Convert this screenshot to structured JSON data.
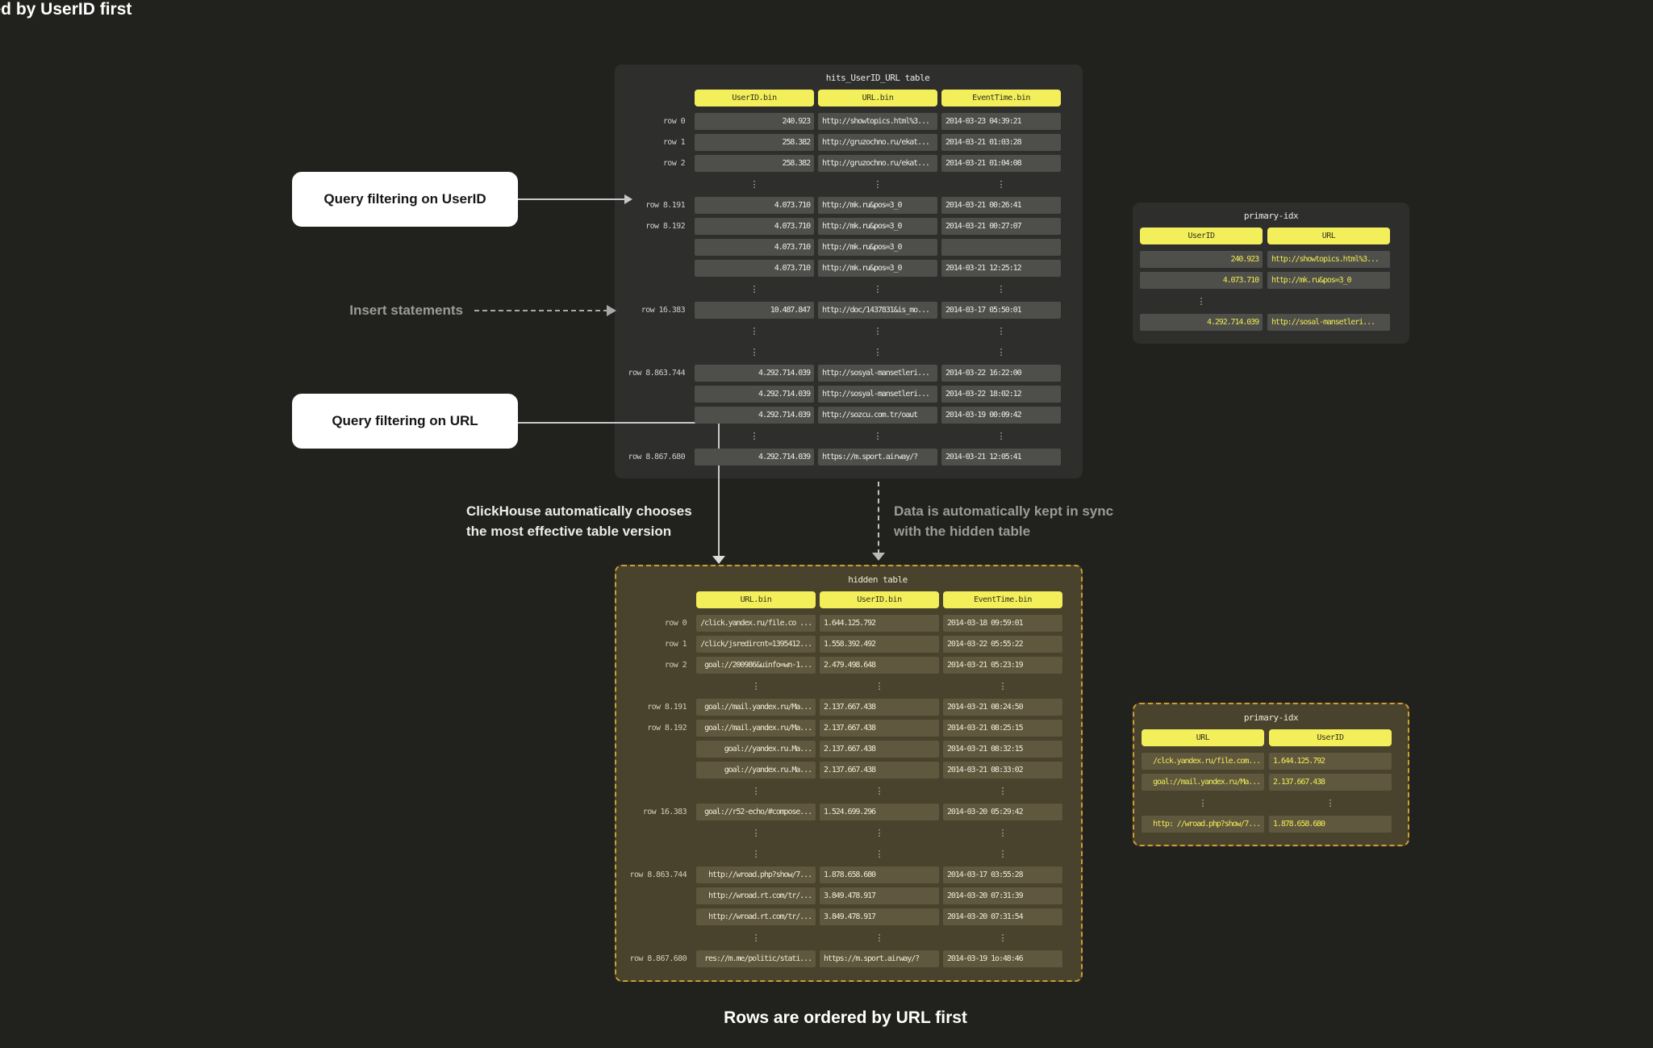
{
  "titles": {
    "top": "Rows are ordered by UserID first",
    "bottom": "Rows are ordered by URL first"
  },
  "callouts": {
    "query_userid": "Query filtering on UserID",
    "insert": "Insert statements",
    "query_url": "Query filtering on URL",
    "choose_line1": "ClickHouse automatically chooses",
    "choose_line2": "the most effective table version",
    "sync_line1": "Data is automatically kept in sync",
    "sync_line2": "with the hidden table"
  },
  "colors": {
    "background": "#21211e",
    "panel_dark": "#2e2e2c",
    "panel_hidden_brown": "#49422c",
    "cell_dark": "#4e4e4b",
    "cell_hidden": "#5f583f",
    "header_yellow": "#f3ef5a",
    "index_value_yellow": "#eeeb4f",
    "dashed_border_orange": "#cf9d32",
    "callout_bg": "#ffffff",
    "note_gray": "#9b9b99",
    "text_light": "#ececea"
  },
  "tables": {
    "hits": {
      "title": "hits_UserID_URL table",
      "has_labels": true,
      "columns": [
        "UserID.bin",
        "URL.bin",
        "EventTime.bin"
      ],
      "rows": [
        {
          "label": "row 0",
          "cells": [
            "240.923",
            "http://showtopics.html%3...",
            "2014-03-23 04:39:21"
          ]
        },
        {
          "label": "row 1",
          "cells": [
            "258.382",
            "http://gruzochno.ru/ekat...",
            "2014-03-21 01:03:28"
          ]
        },
        {
          "label": "row 2",
          "cells": [
            "258.382",
            "http://gruzochno.ru/ekat...",
            "2014-03-21 01:04:08"
          ]
        },
        {
          "dots": true
        },
        {
          "label": "row 8.191",
          "cells": [
            "4.073.710",
            "http://mk.ru&pos=3_0",
            "2014-03-21 00:26:41"
          ]
        },
        {
          "label": "row 8.192",
          "cells": [
            "4.073.710",
            "http://mk.ru&pos=3_0",
            "2014-03-21 00:27:07"
          ]
        },
        {
          "cells": [
            "4.073.710",
            "http://mk.ru&pos=3_0",
            ""
          ]
        },
        {
          "cells": [
            "4.073.710",
            "http://mk.ru&pos=3_0",
            "2014-03-21 12:25:12"
          ]
        },
        {
          "dots": true
        },
        {
          "label": "row 16.383",
          "cells": [
            "10.487.847",
            "http://doc/1437831&is_mo...",
            "2014-03-17 05:50:01"
          ]
        },
        {
          "dots": true
        },
        {
          "dots": true
        },
        {
          "label": "row 8.863.744",
          "cells": [
            "4.292.714.039",
            "http://sosyal-mansetleri...",
            "2014-03-22 16:22:00"
          ]
        },
        {
          "cells": [
            "4.292.714.039",
            "http://sosyal-mansetleri...",
            "2014-03-22 18:02:12"
          ]
        },
        {
          "cells": [
            "4.292.714.039",
            "http://sozcu.com.tr/oaut",
            "2014-03-19 00:09:42"
          ]
        },
        {
          "dots": true
        },
        {
          "label": "row 8.867.680",
          "cells": [
            "4.292.714.039",
            "https://m.sport.airway/?",
            "2014-03-21 12:05:41"
          ]
        }
      ]
    },
    "hidden": {
      "title": "hidden table",
      "has_labels": true,
      "columns": [
        "URL.bin",
        "UserID.bin",
        "EventTime.bin"
      ],
      "rows": [
        {
          "label": "row 0",
          "cells": [
            "/click.yandex.ru/file.co ...",
            "1.644.125.792",
            "2014-03-18 09:59:01"
          ]
        },
        {
          "label": "row 1",
          "cells": [
            "/click/jsredircnt=1395412...",
            "1.558.392.492",
            "2014-03-22 05:55:22"
          ]
        },
        {
          "label": "row 2",
          "cells": [
            "goal://200986&uinfo=wn-1...",
            "2.479.498.648",
            "2014-03-21 05:23:19"
          ]
        },
        {
          "dots": true
        },
        {
          "label": "row 8.191",
          "cells": [
            "goal://mail.yandex.ru/Ma...",
            "2.137.667.438",
            "2014-03-21 08:24:50"
          ]
        },
        {
          "label": "row 8.192",
          "cells": [
            "goal://mail.yandex.ru/Ma...",
            "2.137.667.438",
            "2014-03-21 08:25:15"
          ]
        },
        {
          "cells": [
            "goal://yandex.ru.Ma...",
            "2.137.667.438",
            "2014-03-21 08:32:15"
          ]
        },
        {
          "cells": [
            "goal://yandex.ru.Ma...",
            "2.137.667.438",
            "2014-03-21 08:33:02"
          ]
        },
        {
          "dots": true
        },
        {
          "label": "row 16.383",
          "cells": [
            "goal://r52-echo/#compose...",
            "1.524.699.296",
            "2014-03-20 05:29:42"
          ]
        },
        {
          "dots": true
        },
        {
          "dots": true
        },
        {
          "label": "row 8.863.744",
          "cells": [
            "http://wroad.php?show/7...",
            "1.878.658.680",
            "2014-03-17 03:55:28"
          ]
        },
        {
          "cells": [
            "http://wroad.rt.com/tr/...",
            "3.849.478.917",
            "2014-03-20 07:31:39"
          ]
        },
        {
          "cells": [
            "http://wroad.rt.com/tr/...",
            "3.849.478.917",
            "2014-03-20 07:31:54"
          ]
        },
        {
          "dots": true
        },
        {
          "label": "row 8.867.680",
          "cells": [
            "res://m.me/politic/stati...",
            "https://m.sport.airway/?",
            "2014-03-19 1o:48:46"
          ]
        }
      ]
    },
    "primary_top": {
      "title": "primary-idx",
      "has_labels": false,
      "columns": [
        "UserID",
        "URL"
      ],
      "rows": [
        {
          "cells": [
            "240.923",
            "http://showtopics.html%3..."
          ]
        },
        {
          "cells": [
            "4.073.710",
            "http://mk.ru&pos=3_0"
          ]
        },
        {
          "dots": true,
          "dot_cols": [
            0
          ]
        },
        {
          "cells": [
            "4.292.714.039",
            "http://sosal-mansetleri..."
          ]
        }
      ]
    },
    "primary_bottom": {
      "title": "primary-idx",
      "has_labels": false,
      "columns": [
        "URL",
        "UserID"
      ],
      "rows": [
        {
          "cells": [
            "/clck.yandex.ru/file.com...",
            "1.644.125.792"
          ]
        },
        {
          "cells": [
            "goal://mail.yandex.ru/Ma...",
            "2.137.667.438"
          ]
        },
        {
          "dots": true,
          "dot_cols": [
            0,
            1
          ]
        },
        {
          "cells": [
            "http: //wroad.php?show/7...",
            "1.878.658.680"
          ]
        }
      ]
    }
  }
}
